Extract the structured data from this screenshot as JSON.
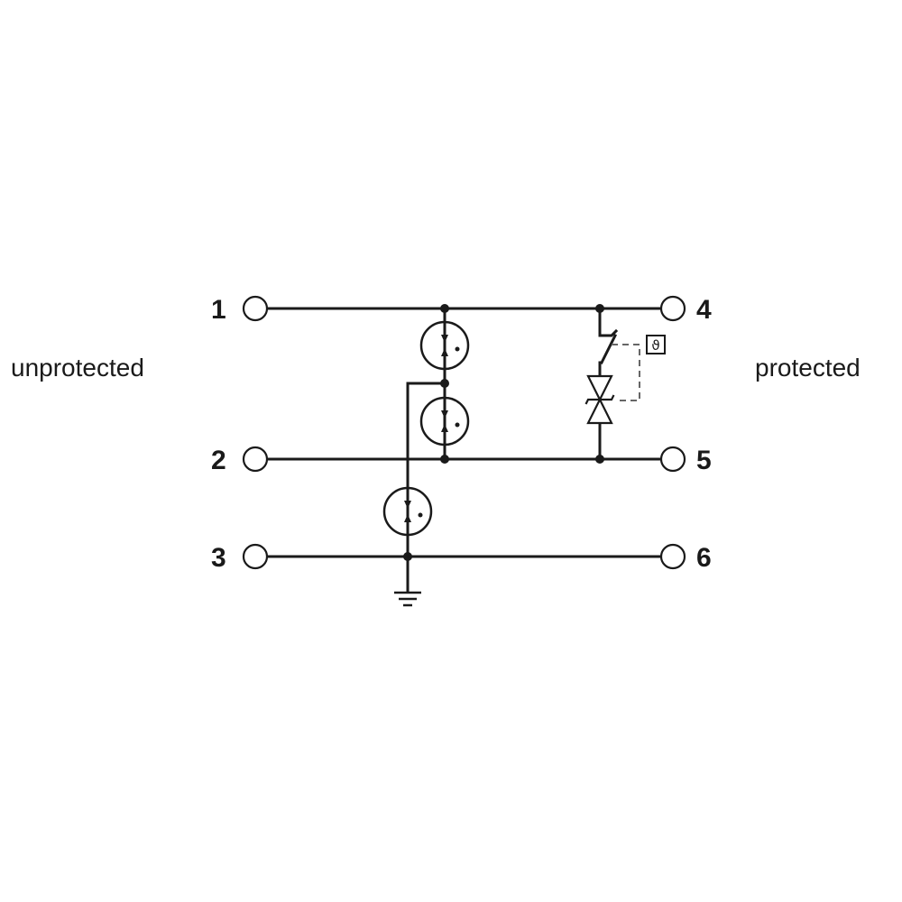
{
  "labels": {
    "left": "unprotected",
    "right": "protected"
  },
  "terminals": [
    "1",
    "2",
    "3",
    "4",
    "5",
    "6"
  ],
  "thermal_symbol": "ϑ",
  "components": [
    "gas-discharge-tube",
    "gas-discharge-tube",
    "gas-discharge-tube",
    "thermal-disconnect-switch",
    "bidirectional-tvs-diode",
    "ground"
  ],
  "colors": {
    "line": "#1a1a1a",
    "dashed": "#666666"
  }
}
